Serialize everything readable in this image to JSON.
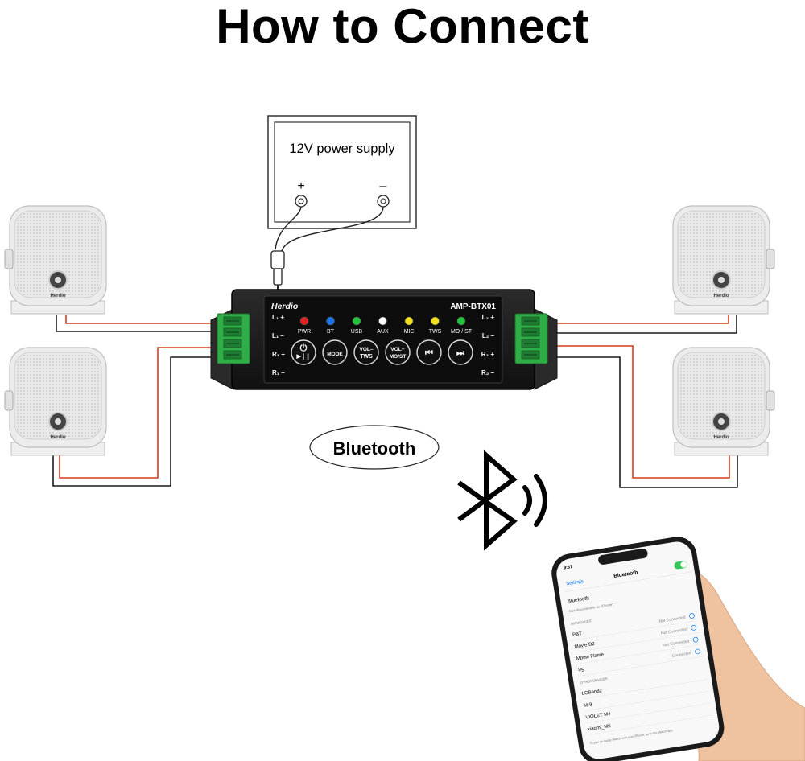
{
  "title": "How to Connect",
  "power_supply": {
    "label": "12V power supply",
    "plus": "+",
    "minus": "–"
  },
  "amplifier": {
    "brand": "Herdio",
    "model": "AMP-BTX01",
    "left_terminals": [
      "L₁ +",
      "L₁ –",
      "R₁ +",
      "R₁ –"
    ],
    "right_terminals": [
      "L₂ +",
      "L₂ –",
      "R₂ +",
      "R₂ –"
    ],
    "indicators": [
      {
        "label": "PWR",
        "color": "#e02020"
      },
      {
        "label": "BT",
        "color": "#1a73e8"
      },
      {
        "label": "USB",
        "color": "#22c33c"
      },
      {
        "label": "AUX",
        "color": "#ffffff"
      },
      {
        "label": "MIC",
        "color": "#f3e01c"
      },
      {
        "label": "TWS",
        "color": "#f3e01c"
      },
      {
        "label": "MO / ST",
        "color": "#22c33c"
      }
    ],
    "buttons": [
      {
        "line1": "⏻",
        "line2": "▶❙❙"
      },
      {
        "line1": "MODE",
        "line2": ""
      },
      {
        "line1": "VOL–",
        "line2": "TWS"
      },
      {
        "line1": "VOL+",
        "line2": "MO/ST"
      },
      {
        "line1": "⏮",
        "line2": ""
      },
      {
        "line1": "⏭",
        "line2": ""
      }
    ]
  },
  "speaker_brand": "Herdio",
  "bluetooth_label": "Bluetooth",
  "phone": {
    "time": "9:37",
    "back": "Settings",
    "title": "Bluetooth",
    "toggle_label": "Bluetooth",
    "discoverable": "Now discoverable as “iPhone”.",
    "my_devices_header": "MY DEVICES",
    "devices": [
      {
        "name": "PBT",
        "status": "Not Connected"
      },
      {
        "name": "Movie D2",
        "status": "Not Connected"
      },
      {
        "name": "Mpow Flame",
        "status": "Not Connected"
      },
      {
        "name": "V5",
        "status": "Connected"
      }
    ],
    "other_header": "OTHER DEVICES",
    "others": [
      "LGBand2",
      "M-9",
      "VIOLET M4",
      "xiaomi_M6"
    ],
    "footer": "To pair an Apple Watch with your iPhone, go to the Watch app."
  },
  "colors": {
    "wire_red": "#d93a1c",
    "wire_black": "#1a1a1a",
    "terminal_green": "#2fae48",
    "amp_body": "#1c1c1c",
    "ios_green": "#34c759",
    "ios_blue": "#007aff",
    "skin": "#f1c7a6"
  },
  "icons": [
    "bluetooth-icon",
    "signal-waves-icon",
    "power-play-icon",
    "prev-track-icon",
    "next-track-icon",
    "speaker-icon",
    "phone-icon",
    "hand-icon"
  ]
}
